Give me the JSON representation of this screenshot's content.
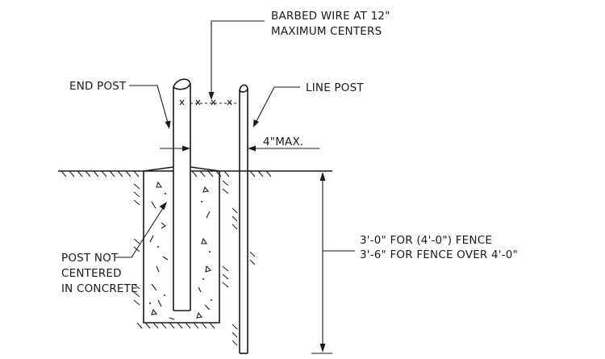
{
  "labels": {
    "barbed_wire_line1": "BARBED WIRE AT 12\"",
    "barbed_wire_line2": "MAXIMUM CENTERS",
    "end_post": "END POST",
    "line_post": "LINE POST",
    "spacing": "4\"MAX.",
    "depth_line1": "3'-0\" FOR (4'-0\") FENCE",
    "depth_line2": "3'-6\" FOR FENCE OVER 4'-0\"",
    "note_line1": "POST NOT",
    "note_line2": "CENTERED",
    "note_line3": "IN CONCRETE"
  }
}
